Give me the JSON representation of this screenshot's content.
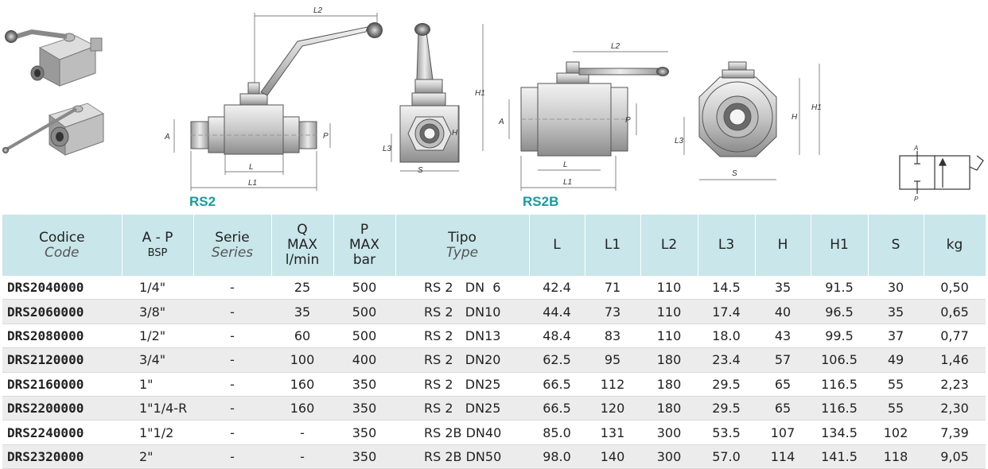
{
  "labels": {
    "rs2": "RS2",
    "rs2b": "RS2B"
  },
  "dims": {
    "L2": "L2",
    "H1": "H1",
    "A": "A",
    "P": "P",
    "L": "L",
    "L1": "L1",
    "H": "H",
    "L3": "L3",
    "S": "S"
  },
  "symbol": {
    "a": "A",
    "p": "P"
  },
  "table": {
    "headers": {
      "codice": "Codice",
      "code": "Code",
      "ap": "A - P",
      "bsp": "BSP",
      "serie": "Serie",
      "series": "Series",
      "q": "Q",
      "q_max": "MAX",
      "q_unit": "l/min",
      "p": "P",
      "p_max": "MAX",
      "p_unit": "bar",
      "tipo": "Tipo",
      "type": "Type",
      "L": "L",
      "L1": "L1",
      "L2": "L2",
      "L3": "L3",
      "H": "H",
      "H1": "H1",
      "S": "S",
      "kg": "kg"
    },
    "rows": [
      [
        "DRS2040000",
        "1/4\"",
        "-",
        "25",
        "500",
        "RS 2   DN  6",
        "42.4",
        "71",
        "110",
        "14.5",
        "35",
        "91.5",
        "30",
        "0,50"
      ],
      [
        "DRS2060000",
        "3/8\"",
        "-",
        "35",
        "500",
        "RS 2   DN10",
        "44.4",
        "73",
        "110",
        "17.4",
        "40",
        "96.5",
        "35",
        "0,65"
      ],
      [
        "DRS2080000",
        "1/2\"",
        "-",
        "60",
        "500",
        "RS 2   DN13",
        "48.4",
        "83",
        "110",
        "18.0",
        "43",
        "99.5",
        "37",
        "0,77"
      ],
      [
        "DRS2120000",
        "3/4\"",
        "-",
        "100",
        "400",
        "RS 2   DN20",
        "62.5",
        "95",
        "180",
        "23.4",
        "57",
        "106.5",
        "49",
        "1,46"
      ],
      [
        "DRS2160000",
        "  1\"",
        "-",
        "160",
        "350",
        "RS 2   DN25",
        "66.5",
        "112",
        "180",
        "29.5",
        "65",
        "116.5",
        "55",
        "2,23"
      ],
      [
        "DRS2200000",
        "1\"1/4-R",
        "-",
        "160",
        "350",
        "RS 2   DN25",
        "66.5",
        "120",
        "180",
        "29.5",
        "65",
        "116.5",
        "55",
        "2,30"
      ],
      [
        "DRS2240000",
        "1\"1/2",
        "-",
        "-",
        "350",
        "RS 2B DN40",
        "85.0",
        "131",
        "300",
        "53.5",
        "107",
        "134.5",
        "102",
        "7,39"
      ],
      [
        "DRS2320000",
        "  2\"",
        "-",
        "-",
        "350",
        "RS 2B DN50",
        "98.0",
        "140",
        "300",
        "57.0",
        "114",
        "141.5",
        "118",
        "9,05"
      ]
    ]
  }
}
